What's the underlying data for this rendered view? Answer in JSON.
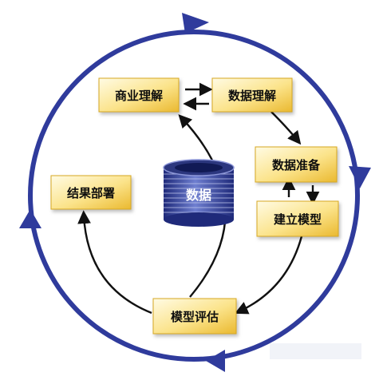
{
  "diagram": {
    "nodes": {
      "business_understanding": "商业理解",
      "data_understanding": "数据理解",
      "data_preparation": "数据准备",
      "modeling": "建立模型",
      "evaluation": "模型评估",
      "deployment": "结果部署",
      "data": "数据"
    },
    "colors": {
      "cycle_ring": "#2f3b9c",
      "box_fill_light": "#fff6c8",
      "box_fill_dark": "#f3c94a",
      "arrow": "#111111",
      "database": "#3d4aa8"
    }
  }
}
